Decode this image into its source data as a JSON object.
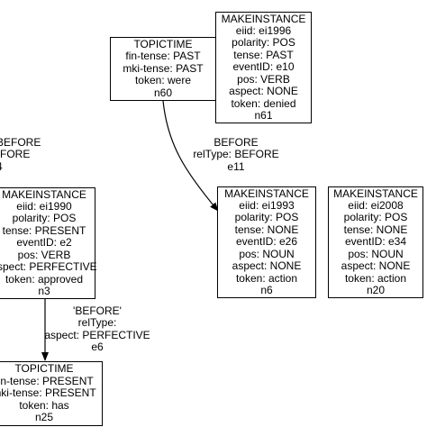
{
  "nodes": {
    "topictime_n60": [
      "TOPICTIME",
      "fin-tense: PAST",
      "mki-tense: PAST",
      "token: were",
      "n60"
    ],
    "makeinstance_n61": [
      "MAKEINSTANCE",
      "eiid: ei1996",
      "polarity: POS",
      "tense: PAST",
      "eventID: e10",
      "pos: VERB",
      "aspect: NONE",
      "token: denied",
      "n61"
    ],
    "makeinstance_n3": [
      "MAKEINSTANCE",
      "eiid: ei1990",
      "polarity: POS",
      "tense: PRESENT",
      "eventID: e2",
      "pos: VERB",
      "aspect: PERFECTIVE",
      "token: approved",
      "n3"
    ],
    "makeinstance_n6": [
      "MAKEINSTANCE",
      "eiid: ei1993",
      "polarity: POS",
      "tense: NONE",
      "eventID: e26",
      "pos: NOUN",
      "aspect: NONE",
      "token: action",
      "n6"
    ],
    "makeinstance_n20": [
      "MAKEINSTANCE",
      "eiid: ei2008",
      "polarity: POS",
      "tense: NONE",
      "eventID: e34",
      "pos: NOUN",
      "aspect: NONE",
      "token: action",
      "n20"
    ],
    "topictime_n25": [
      "TOPICTIME",
      "fin-tense: PRESENT",
      "mki-tense: PRESENT",
      "token: has",
      "n25"
    ]
  },
  "edges": {
    "e11": [
      "BEFORE",
      "relType: BEFORE",
      "e11"
    ],
    "e6": [
      "'BEFORE'",
      "relType:",
      "aspect: PERFECTIVE",
      "e6"
    ],
    "offscreen": [
      "BEFORE",
      "BEFORE",
      "4"
    ]
  }
}
